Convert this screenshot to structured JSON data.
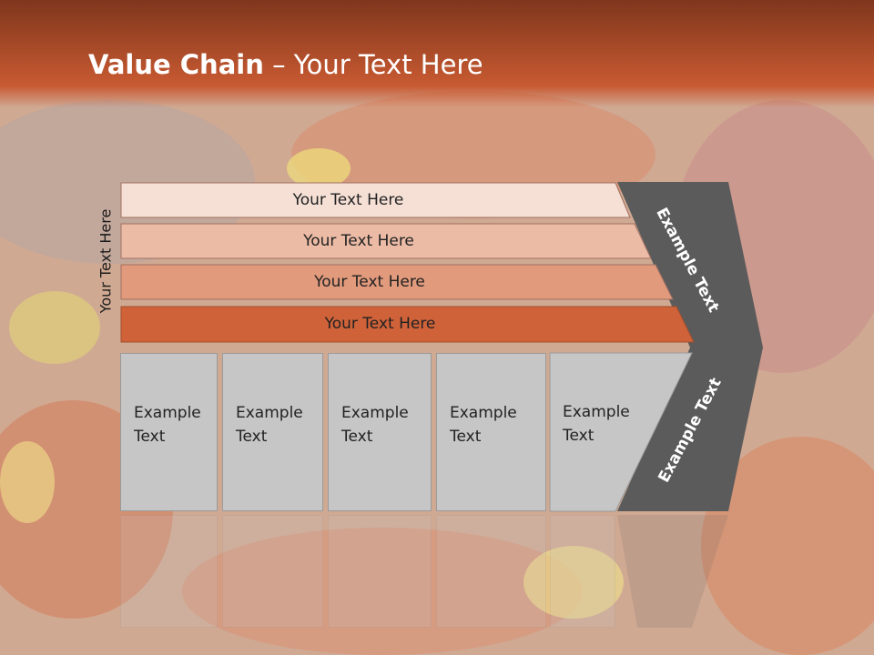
{
  "slide": {
    "title_bold": "Value Chain",
    "title_rest": " – Your Text Here",
    "side_label": "Your Text Here"
  },
  "bars": [
    {
      "label": "Your Text Here",
      "color": "#f6e0d6"
    },
    {
      "label": "Your Text Here",
      "color": "#ecbba6"
    },
    {
      "label": "Your Text Here",
      "color": "#e19a7c"
    },
    {
      "label": "Your Text Here",
      "color": "#cf6239"
    }
  ],
  "boxes": [
    {
      "line1": "Example",
      "line2": "Text"
    },
    {
      "line1": "Example",
      "line2": "Text"
    },
    {
      "line1": "Example",
      "line2": "Text"
    },
    {
      "line1": "Example",
      "line2": "Text"
    },
    {
      "line1": "Example",
      "line2": "Text"
    }
  ],
  "chevron": {
    "upper_label": "Example Text",
    "lower_label": "Example Text",
    "color": "#5b5b5b"
  },
  "colors": {
    "header_top": "#7f361c",
    "header_bottom": "#c85a32",
    "box_fill": "#c6c6c6"
  }
}
